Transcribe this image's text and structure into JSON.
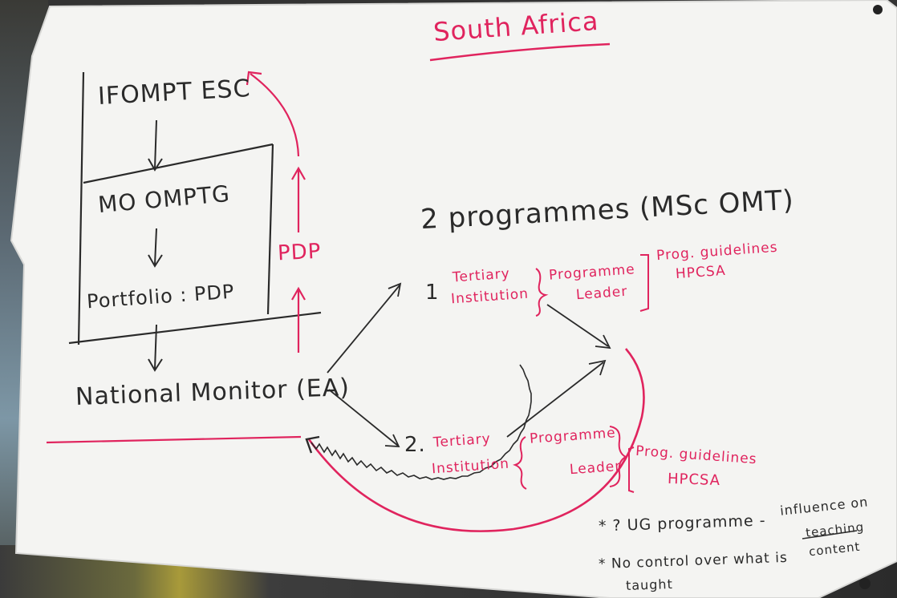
{
  "title": "South Africa",
  "left": {
    "top_box": "IFOMPT ESC",
    "inner_title": "MO OMPTG",
    "portfolio": "Portfolio : PDP",
    "monitor": "National Monitor (EA)",
    "pdp_label": "PDP"
  },
  "programmes": {
    "heading": "2 programmes (MSc OMT)",
    "row1": {
      "number": "1",
      "institution_line1": "Tertiary",
      "institution_line2": "Institution",
      "leader_line1": "Programme",
      "leader_line2": "Leader",
      "guide_line1": "Prog. guidelines",
      "guide_line2": "HPCSA"
    },
    "row2": {
      "number": "2.",
      "institution_line1": "Tertiary",
      "institution_line2": "Institution",
      "leader_line1": "Programme",
      "leader_line2": "Leader",
      "guide_line1": "Prog. guidelines",
      "guide_line2": "HPCSA"
    }
  },
  "notes": {
    "influence_line1": "influence on",
    "influence_line2": "teaching",
    "influence_line3": "content",
    "note1": "* ? UG programme -",
    "note2": "* No control over what is",
    "note3": "taught"
  },
  "colors": {
    "marker_black": "#2a2a2a",
    "marker_red": "#e0245e",
    "paper": "#f4f4f2"
  }
}
